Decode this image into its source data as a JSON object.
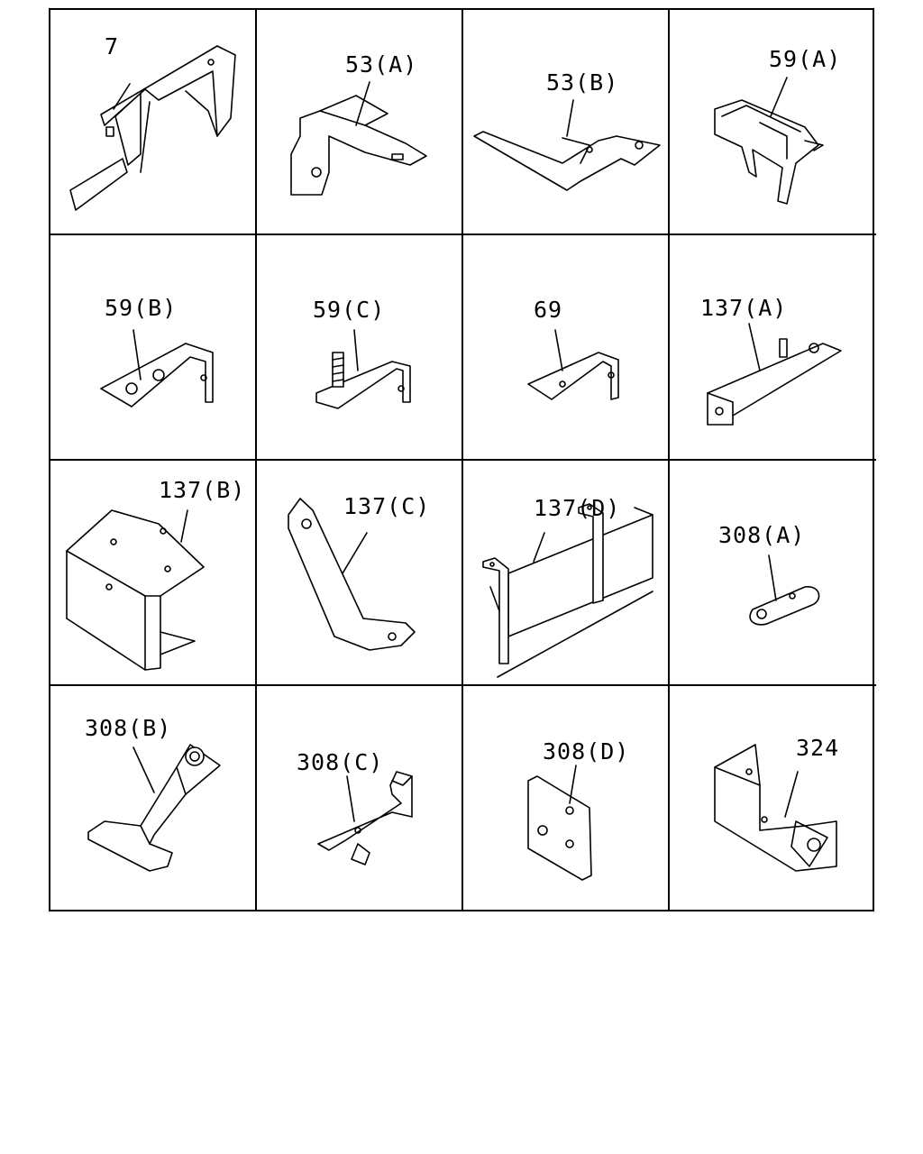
{
  "diagram": {
    "parts": [
      {
        "id": "7",
        "label": "7"
      },
      {
        "id": "53a",
        "label": "53(A)"
      },
      {
        "id": "53b",
        "label": "53(B)"
      },
      {
        "id": "59a",
        "label": "59(A)"
      },
      {
        "id": "59b",
        "label": "59(B)"
      },
      {
        "id": "59c",
        "label": "59(C)"
      },
      {
        "id": "69",
        "label": "69"
      },
      {
        "id": "137a",
        "label": "137(A)"
      },
      {
        "id": "137b",
        "label": "137(B)"
      },
      {
        "id": "137c",
        "label": "137(C)"
      },
      {
        "id": "137d",
        "label": "137(D)"
      },
      {
        "id": "308a",
        "label": "308(A)"
      },
      {
        "id": "308b",
        "label": "308(B)"
      },
      {
        "id": "308c",
        "label": "308(C)"
      },
      {
        "id": "308d",
        "label": "308(D)"
      },
      {
        "id": "324",
        "label": "324"
      }
    ]
  }
}
